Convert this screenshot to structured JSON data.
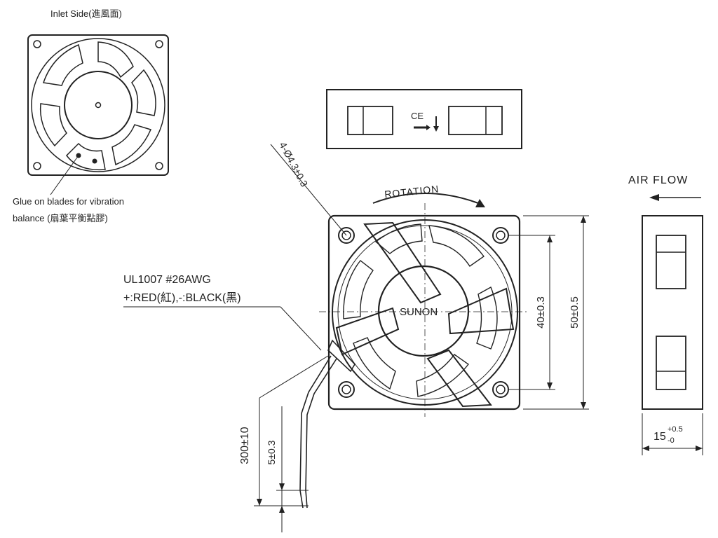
{
  "inlet_view": {
    "title": "Inlet Side(進風面)",
    "glue_note_line1": "Glue on blades for vibration",
    "glue_note_line2": "balance (扇葉平衡點膠)"
  },
  "main_view": {
    "mount_hole_label": "4-Ø4.3±0.3",
    "rotation_label": "ROTATION",
    "brand": "SUNON",
    "wire_spec_line1": "UL1007 #26AWG",
    "wire_spec_line2": "+:RED(紅),-:BLACK(黑)"
  },
  "dimensions": {
    "hole_spacing": "40±0.3",
    "frame_size": "50±0.5",
    "lead_length": "300±10",
    "lead_strip": "5±0.3",
    "thickness_base": "15",
    "thickness_tol_plus": "+0.5",
    "thickness_tol_minus": "-0"
  },
  "side_view": {
    "airflow_label": "AIR FLOW"
  },
  "label_view": {
    "ce_mark": "CE"
  }
}
